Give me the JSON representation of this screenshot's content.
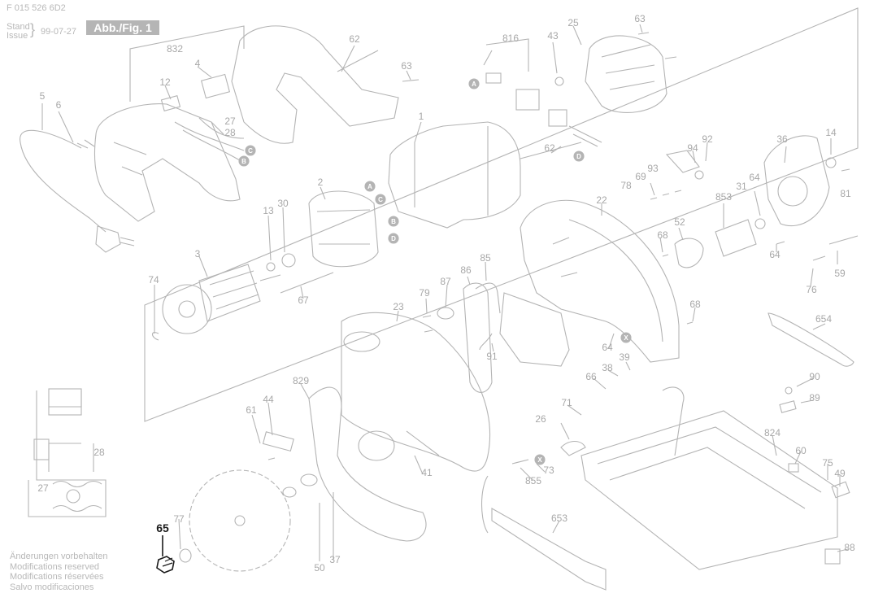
{
  "header": {
    "doc_number": "F 015 526 6D2",
    "stand_label": "Stand",
    "issue_label": "Issue",
    "date": "99-07-27",
    "figure_label": "Abb./Fig. 1"
  },
  "footer": {
    "lines": [
      "Änderungen vorbehalten",
      "Modifications reserved",
      "Modifications réservées",
      "Salvo modificaciones"
    ]
  },
  "highlight_part": "65",
  "part_labels": [
    "832",
    "4",
    "12",
    "5",
    "6",
    "27",
    "28",
    "62",
    "63",
    "816",
    "43",
    "25",
    "63",
    "1",
    "62",
    "92",
    "94",
    "14",
    "36",
    "2",
    "30",
    "13",
    "69",
    "78",
    "93",
    "64",
    "31",
    "853",
    "81",
    "52",
    "68",
    "59",
    "64",
    "76",
    "3",
    "74",
    "67",
    "86",
    "85",
    "87",
    "79",
    "22",
    "23",
    "91",
    "64",
    "68",
    "39",
    "38",
    "66",
    "654",
    "90",
    "89",
    "829",
    "44",
    "61",
    "71",
    "26",
    "824",
    "73",
    "855",
    "41",
    "60",
    "75",
    "49",
    "65",
    "77",
    "50",
    "37",
    "653",
    "88",
    "28",
    "27"
  ],
  "connector_letters": [
    "A",
    "B",
    "C",
    "D",
    "X"
  ],
  "colors": {
    "line": "#b4b4b4",
    "label": "#a8a8a8",
    "highlight": "#1a1a1a",
    "figure_bg": "#b5b5b5"
  }
}
